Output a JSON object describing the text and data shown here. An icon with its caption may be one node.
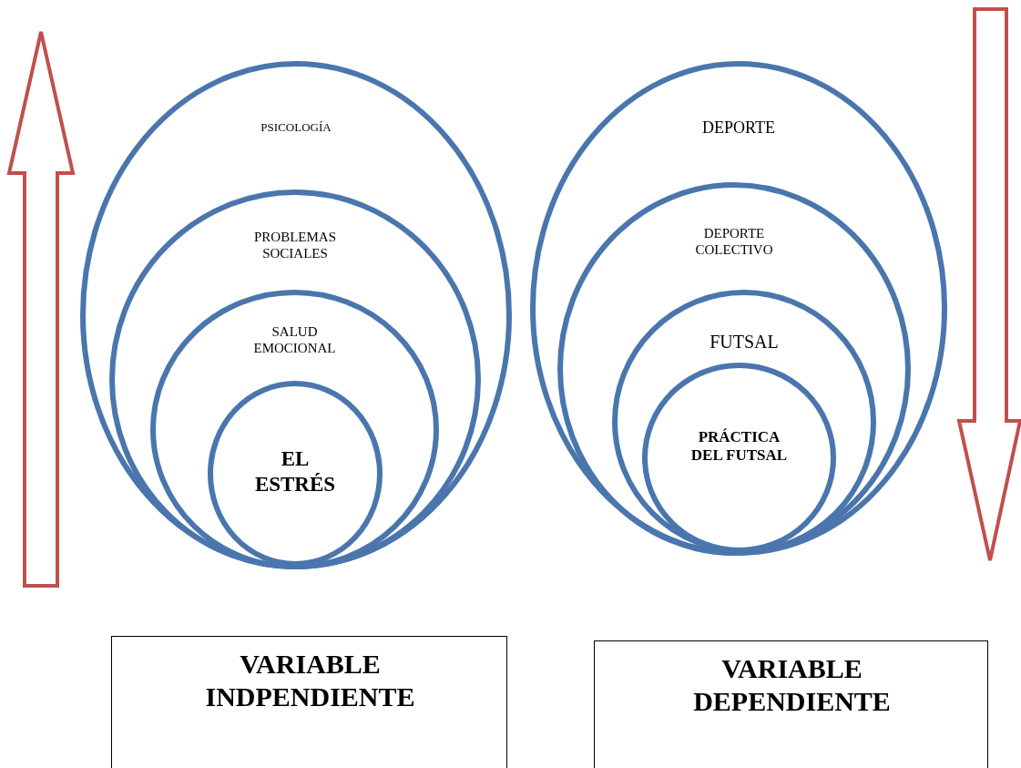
{
  "diagram": {
    "nodes": [
      {
        "text": [
          "PSICOLOGÍA"
        ]
      },
      {
        "text": [
          "PROBLEMAS SOCIALES"
        ],
        "in": 0
      },
      {
        "text": [
          "SALUD EMOCIONAL"
        ],
        "in": 1
      },
      {
        "text": [
          "EL ESTRÉS"
        ],
        "in": 2
      },
      {
        "text": [
          "DEPORTE"
        ]
      },
      {
        "text": [
          "DEPORTE COLECTIVO"
        ],
        "in": 4
      },
      {
        "text": [
          "FUTSAL"
        ],
        "in": 5
      },
      {
        "text": [
          "PRÁCTICA DEL FUTSAL"
        ],
        "in": 6
      },
      {
        "text": [
          "VARIABLE INDPENDIENTE"
        ]
      },
      {
        "text": [
          "VARIABLE DEPENDIENTE"
        ]
      }
    ],
    "edges": []
  }
}
